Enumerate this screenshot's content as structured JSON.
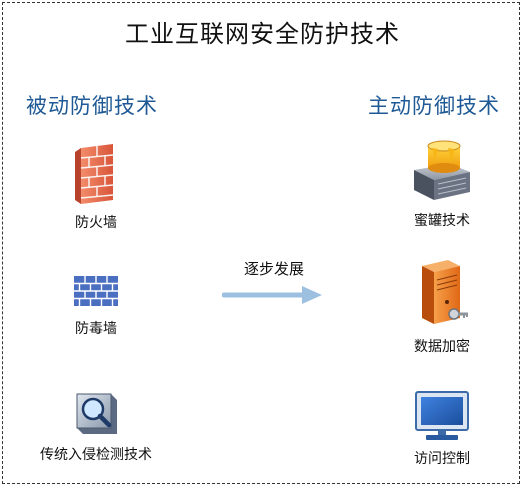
{
  "title": "工业互联网安全防护技术",
  "passive": {
    "heading": "被动防御技术",
    "items": [
      {
        "label": "防火墙",
        "icon": "firewall-icon"
      },
      {
        "label": "防毒墙",
        "icon": "brick-wall-icon"
      },
      {
        "label": "传统入侵检测技术",
        "icon": "magnifier-icon"
      }
    ]
  },
  "active": {
    "heading": "主动防御技术",
    "items": [
      {
        "label": "蜜罐技术",
        "icon": "honeypot-server-icon"
      },
      {
        "label": "数据加密",
        "icon": "server-key-icon"
      },
      {
        "label": "访问控制",
        "icon": "monitor-icon"
      }
    ]
  },
  "transition": {
    "label": "逐步发展"
  },
  "colors": {
    "heading": "#1f5a96",
    "arrow": "#9dbfe0",
    "firewall": "#e0694a",
    "brick_wall": "#4a6fc0",
    "server_orange": "#f07a22",
    "monitor_blue": "#2a62b8"
  }
}
